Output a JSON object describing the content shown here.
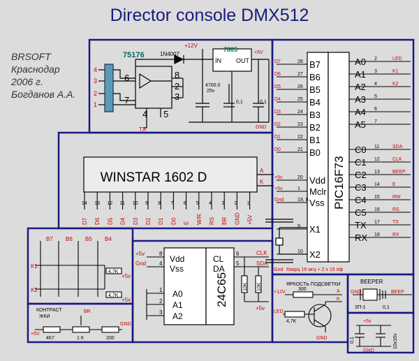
{
  "title": "Director  console DMX512",
  "author": [
    "BRSOFT",
    "Краснодар",
    "2006 г.",
    "Богданов А.А."
  ],
  "colors": {
    "background": "#dcdcdc",
    "frame": "#1a1a80",
    "wire": "#000000",
    "label": "#cc0000",
    "chip_label": "#006a5a",
    "title": "#1a1a80",
    "author": "#333333"
  },
  "power": {
    "plus12": "+12V",
    "plus5": "+5V",
    "gnd": "GND",
    "plus5_lower": "+5v",
    "gnd_mixed": "Gnd"
  },
  "driver": {
    "chip": "75176",
    "diode": "1N4007",
    "regulator": "7805",
    "reg_in": "IN",
    "reg_out": "OUT",
    "cap_big": "4700.0",
    "cap_big_v": "25v",
    "cap1": "0,1",
    "cap2": "0,1",
    "pins": [
      "6",
      "7",
      "8",
      "2",
      "3",
      "4",
      "5"
    ],
    "connector_pins": [
      "4",
      "3",
      "2",
      "1"
    ],
    "tx": "TX"
  },
  "lcd": {
    "name": "WINSTAR  1602 D",
    "a": "A",
    "k": "K",
    "pin_numbers": [
      "14",
      "13",
      "12",
      "11",
      "10",
      "9",
      "8",
      "7",
      "6",
      "5",
      "4",
      "3",
      "2",
      "1"
    ],
    "pin_labels": [
      "D7",
      "D6",
      "D5",
      "D4",
      "D3",
      "D2",
      "D1",
      "D0",
      "E",
      "W/R",
      "RS",
      "BR",
      "GND",
      "+5V"
    ]
  },
  "pic": {
    "name": "PIC16F73",
    "left_pins": [
      "B7",
      "B6",
      "B5",
      "B4",
      "B3",
      "B2",
      "B1",
      "B0",
      "Vdd",
      "Mclr",
      "Vss",
      "X1",
      "X2"
    ],
    "right_pins": [
      "A0",
      "A1",
      "A2",
      "A3",
      "A4",
      "A5",
      "C0",
      "C1",
      "C2",
      "C3",
      "C4",
      "C5",
      "TX",
      "RX"
    ],
    "left_nums": [
      "28",
      "27",
      "26",
      "25",
      "24",
      "23",
      "22",
      "21",
      "20",
      "1",
      "19, 8",
      "9",
      "10"
    ],
    "left_sigs": [
      "D7",
      "D6",
      "D5",
      "D4",
      "D3",
      "D2",
      "D1",
      "D0",
      "+5v",
      "+5v",
      "Gnd",
      "",
      ""
    ],
    "right_nums": [
      "2",
      "3",
      "4",
      "5",
      "6",
      "7",
      "11",
      "12",
      "13",
      "14",
      "15",
      "16",
      "17",
      "18"
    ],
    "right_sigs": [
      "LED",
      "K1",
      "K2",
      "",
      "",
      "",
      "SDA",
      "CLK",
      "BEEP",
      "E",
      "RW",
      "RS",
      "TX",
      "RX"
    ],
    "quartz_note": "Кварц 16 мгц    + 2 х 15 пф"
  },
  "keys": {
    "cols": [
      "B7",
      "B6",
      "B5",
      "B4"
    ],
    "rows": [
      "K1",
      "K2"
    ],
    "res": "4,7K",
    "vcc": "+5v"
  },
  "contrast": {
    "title": [
      "КОНТРАСТ",
      "ЖКИ"
    ],
    "br": "BR",
    "r1": "4К7",
    "r2": "1 К",
    "r3": "200",
    "vcc": "+5V",
    "gnd": "GND"
  },
  "eeprom": {
    "name": "24C65",
    "pins": [
      "Vdd",
      "Vss",
      "A0",
      "A1",
      "A2",
      "CL",
      "DA"
    ],
    "nums": [
      "8",
      "4",
      "1",
      "2",
      "3",
      "6",
      "5"
    ],
    "vcc": "+5v",
    "gnd": "Gnd",
    "clk": "CLK",
    "sda": "SDA",
    "r": "10K",
    "r2": "10K",
    "vcc2": "+5v"
  },
  "backlight": {
    "title": "ЯРКОСТЬ ПОДСВЕТКИ",
    "vcc": "+12V",
    "res1": "300",
    "res2": "4,7K",
    "led": "LED",
    "a": "A",
    "k": "K",
    "gnd": "GND"
  },
  "beeper": {
    "title": "BEEPER",
    "part": "ЗП-1",
    "cap": "0,1",
    "signal": "BEEP",
    "gnd": "GND"
  },
  "bypass": {
    "vcc": "+5v",
    "cap": "0,1",
    "elec": "10х16v",
    "gnd": "GND"
  }
}
